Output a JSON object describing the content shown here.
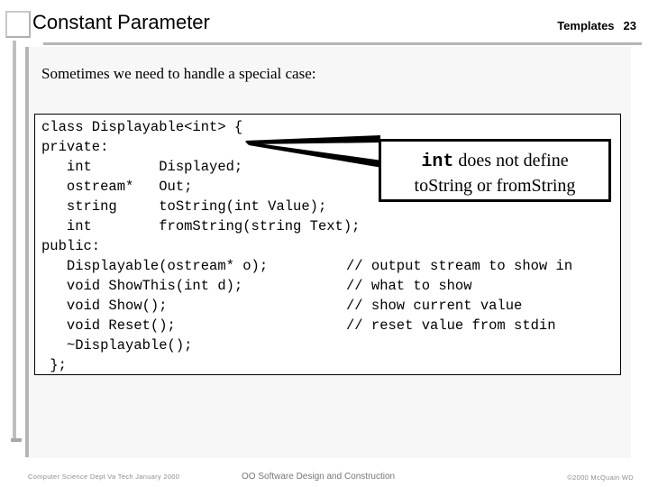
{
  "header": {
    "title": "Constant Parameter",
    "section": "Templates",
    "slide_number": "23",
    "square_icon": "decorative-square-icon"
  },
  "body": {
    "lead_text": "Sometimes we need to handle a special case:"
  },
  "code": {
    "language": "cpp",
    "lines": [
      {
        "code": "class Displayable<int> {",
        "comment": ""
      },
      {
        "code": "private:",
        "comment": ""
      },
      {
        "code": "   int        Displayed;",
        "comment": ""
      },
      {
        "code": "   ostream*   Out;",
        "comment": ""
      },
      {
        "code": "   string     toString(int Value);",
        "comment": ""
      },
      {
        "code": "   int        fromString(string Text);",
        "comment": ""
      },
      {
        "code": "public:",
        "comment": ""
      },
      {
        "code": "   Displayable(ostream* o);",
        "comment": "// output stream to show in"
      },
      {
        "code": "   void ShowThis(int d);",
        "comment": "// what to show"
      },
      {
        "code": "   void Show();",
        "comment": "// show current value"
      },
      {
        "code": "   void Reset();",
        "comment": "// reset value from stdin"
      },
      {
        "code": "   ~Displayable();",
        "comment": ""
      },
      {
        "code": " };",
        "comment": ""
      }
    ]
  },
  "callout": {
    "line1_mono": "int",
    "line1_rest": " does not define",
    "line2": "toString or fromString",
    "pointer": "leader-line-to-code"
  },
  "footer": {
    "left": "Computer Science Dept Va Tech January 2000",
    "center": "OO Software Design and Construction",
    "right": "©2000  McQuain WD"
  },
  "colors": {
    "panel_bg": "#f7f7f7",
    "rail": "#b5b5b5",
    "rule": "#b5b5b5",
    "text": "#000000",
    "footer_text": "#8d8d8d"
  }
}
